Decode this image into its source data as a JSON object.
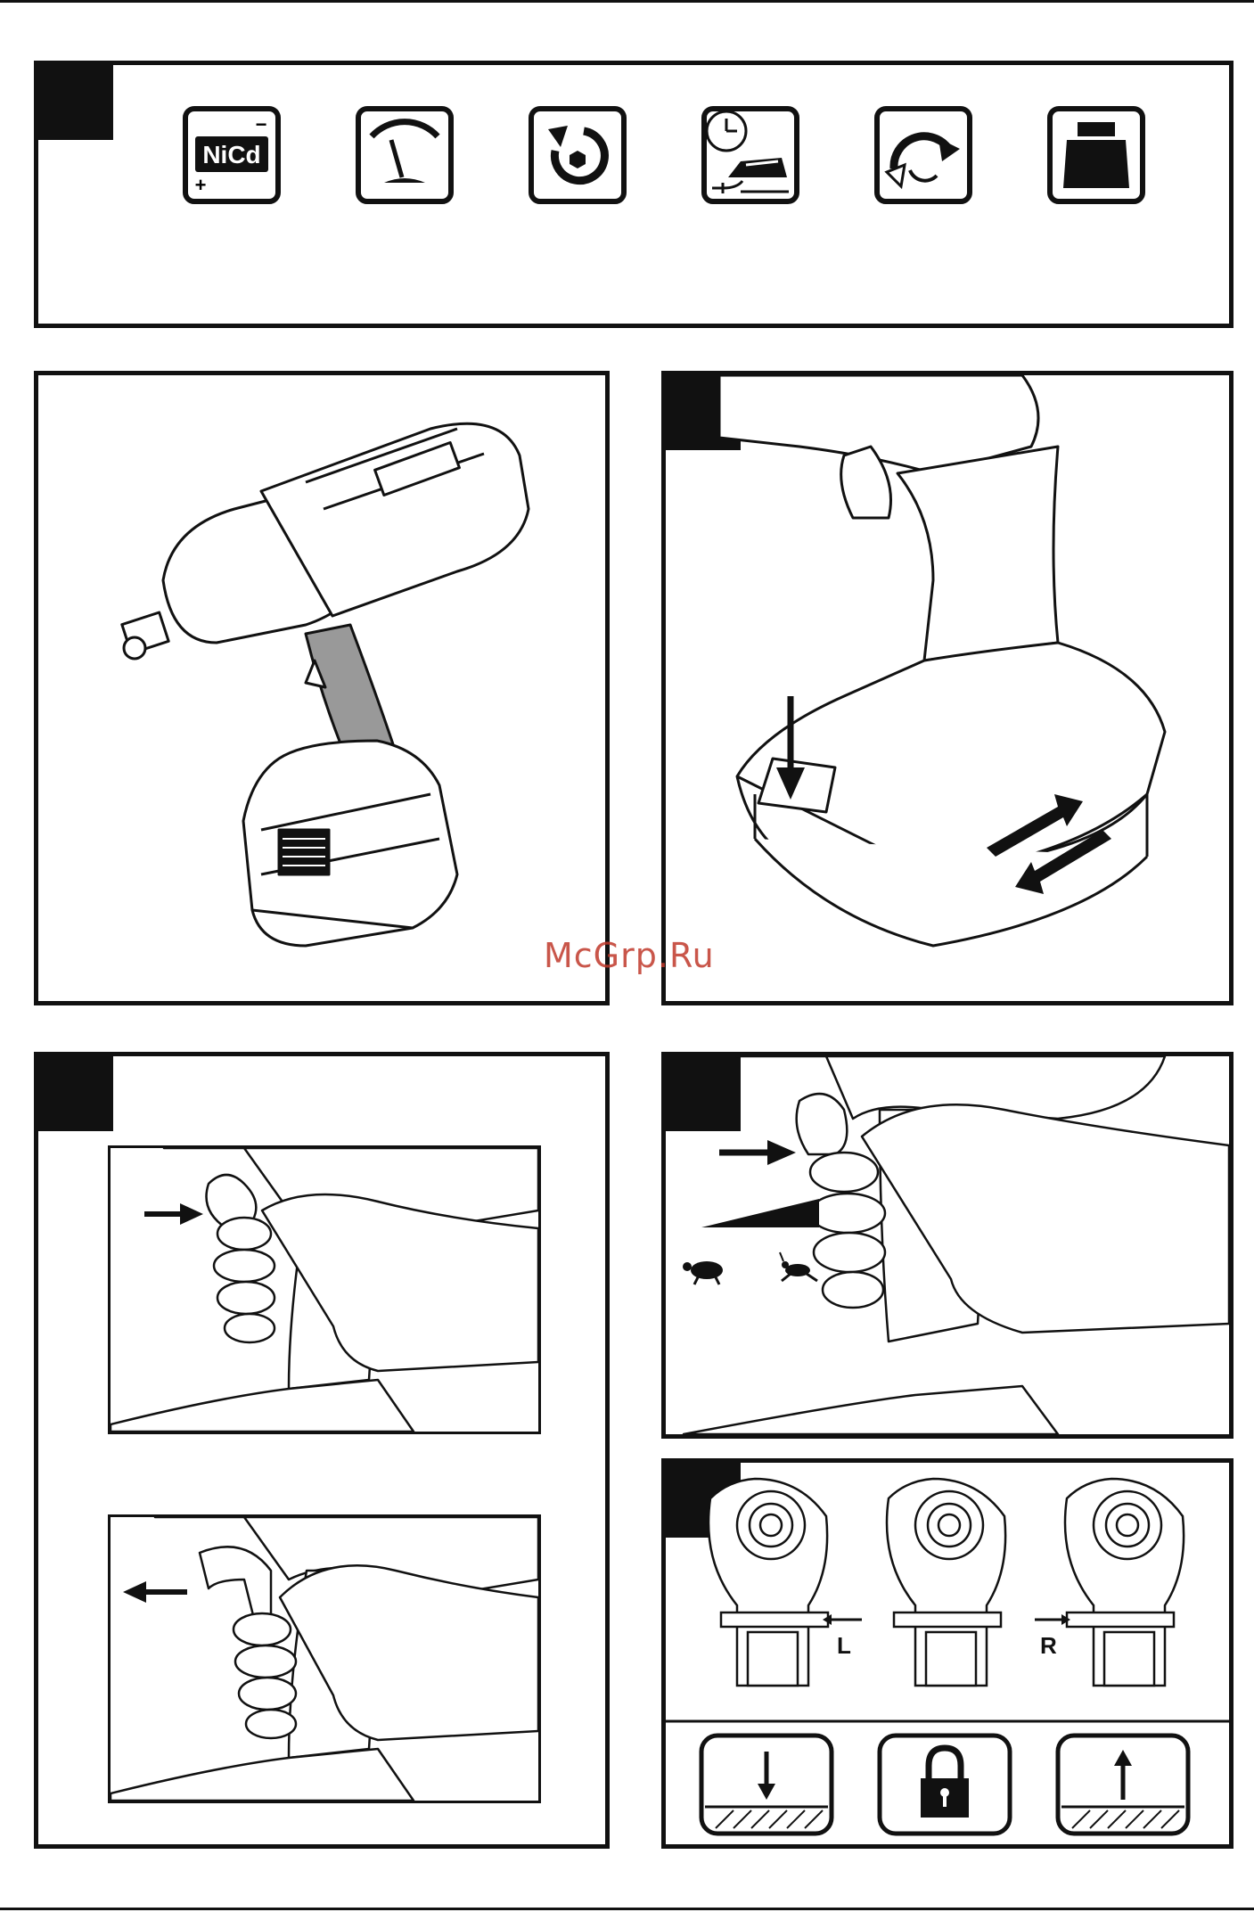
{
  "watermark": {
    "text": "McGrp.Ru"
  },
  "icons": [
    {
      "name": "nicd-battery-icon",
      "text": "NiCd",
      "minus": "−",
      "plus": "+"
    },
    {
      "name": "gauge-icon"
    },
    {
      "name": "rotation-icon"
    },
    {
      "name": "charging-time-icon"
    },
    {
      "name": "reverse-rotation-icon"
    },
    {
      "name": "weight-icon"
    }
  ],
  "direction_labels": {
    "left": "L",
    "right": "R"
  }
}
